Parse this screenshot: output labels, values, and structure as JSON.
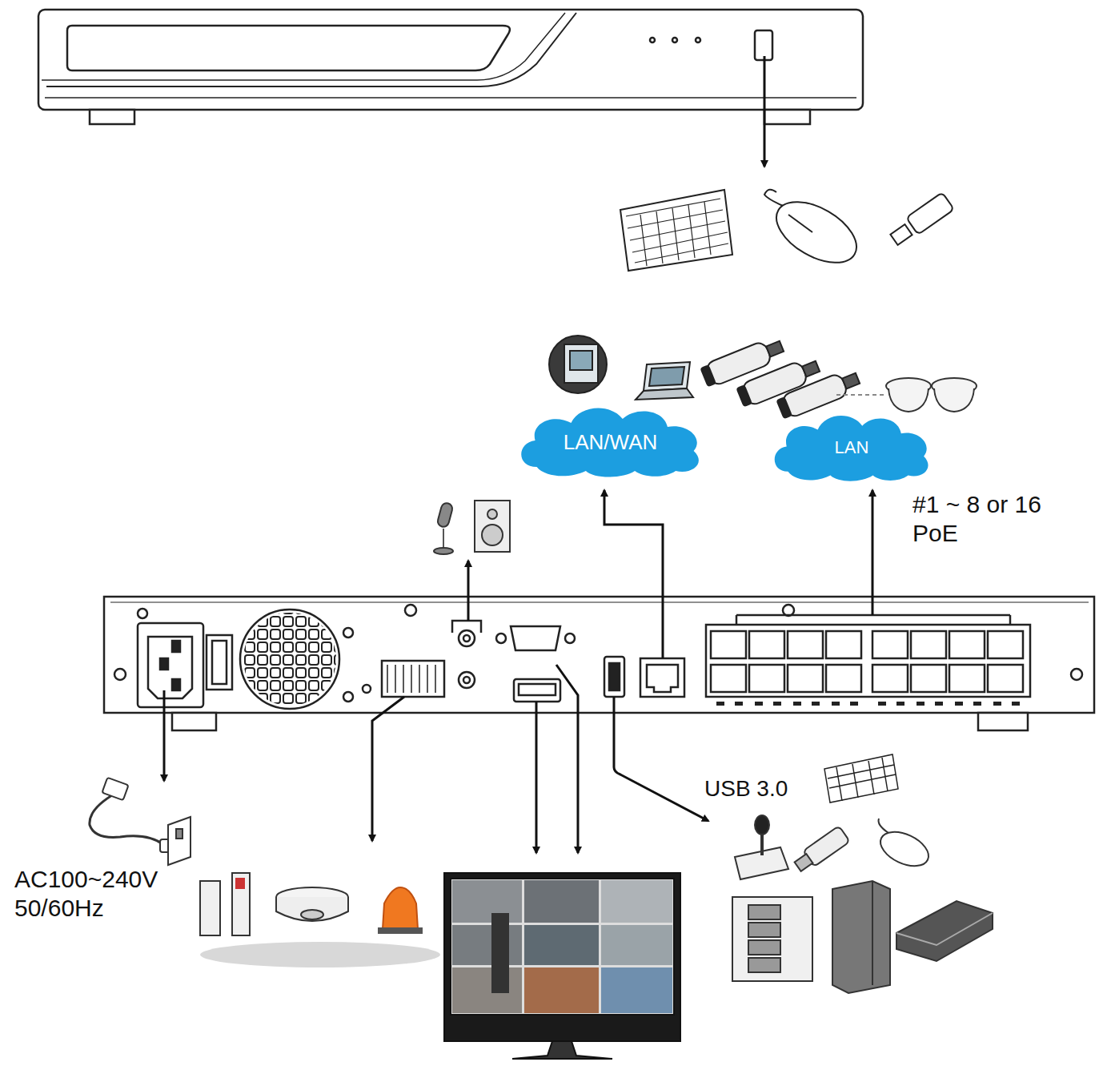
{
  "diagram": {
    "nodes": [
      {
        "text": [
          "LAN/WAN"
        ]
      },
      {
        "text": [
          "LAN"
        ]
      }
    ],
    "labels": [
      "#1 ~ 8 or 16 PoE",
      "USB 3.0",
      "AC100~240V 50/60Hz"
    ]
  }
}
